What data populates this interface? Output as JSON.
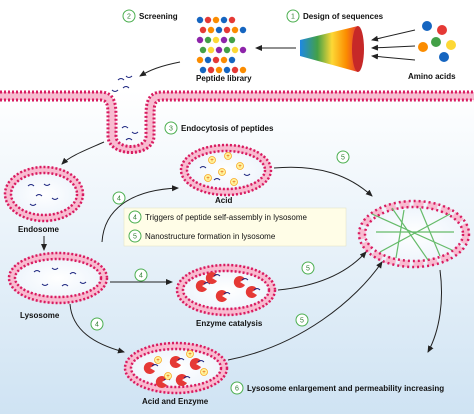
{
  "steps": {
    "s1": {
      "num": "1",
      "label": "Design of sequences"
    },
    "s2": {
      "num": "2",
      "label": "Screening"
    },
    "s3": {
      "num": "3",
      "label": "Endocytosis of peptides"
    },
    "s4": {
      "num": "4",
      "label": "Triggers of peptide self-assembly in lysosome"
    },
    "s5": {
      "num": "5",
      "label": "Nanostructure formation in lysosome"
    },
    "s6": {
      "num": "6",
      "label": "Lysosome enlargement and permeability increasing"
    }
  },
  "labels": {
    "amino_acids": "Amino acids",
    "peptide_library": "Peptide library",
    "endosome": "Endosome",
    "lysosome": "Lysosome",
    "acid": "Acid",
    "enzyme_catalysis": "Enzyme catalysis",
    "acid_and_enzyme": "Acid and Enzyme"
  },
  "markers": {
    "four": "4",
    "five": "5",
    "plus": "+"
  },
  "colors": {
    "membrane": "#c2185b",
    "membrane_head": "#d81b60",
    "membrane_tail": "#f8bbd0",
    "step_circle": "#4caf50",
    "box_fill": "#fffde7",
    "peptide": "#1a237e",
    "enzyme": "#e53935",
    "acid_ion": "#fbc02d",
    "fiber": "#66bb6a"
  }
}
